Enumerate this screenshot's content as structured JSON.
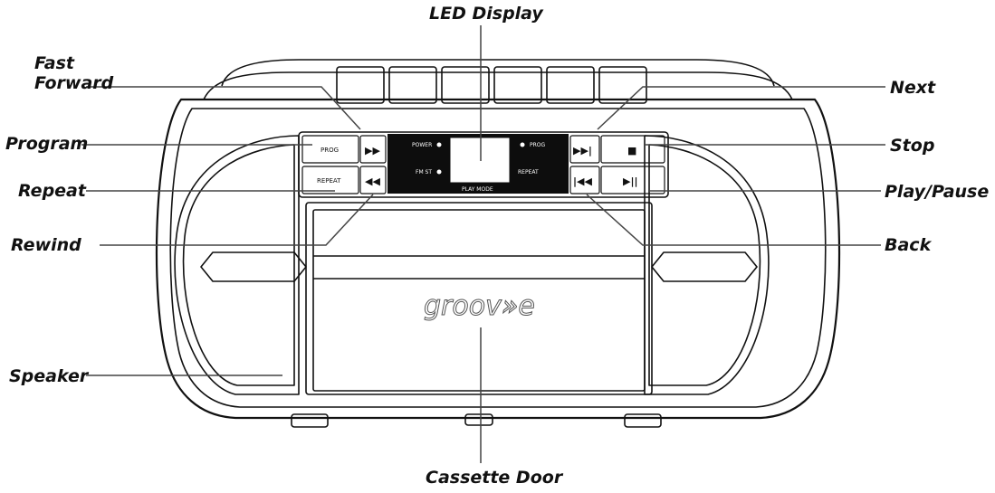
{
  "callouts": {
    "led_display": "LED Display",
    "fast_forward_1": "Fast",
    "fast_forward_2": "Forward",
    "next": "Next",
    "program": "Program",
    "stop": "Stop",
    "repeat": "Repeat",
    "play_pause": "Play/Pause",
    "rewind": "Rewind",
    "back": "Back",
    "speaker": "Speaker",
    "cassette_door": "Cassette Door"
  },
  "buttons": {
    "prog": "PROG",
    "repeat": "REPEAT",
    "fast_forward_symbol": "▶▶",
    "rewind_symbol": "◀◀",
    "next_symbol": "▶▶|",
    "back_symbol": "|◀◀",
    "stop_symbol": "■",
    "play_pause_symbol": "▶||"
  },
  "panel": {
    "power": "POWER",
    "fm_st": "FM ST",
    "prog": "PROG",
    "repeat": "REPEAT",
    "play_mode": "PLAY MODE"
  },
  "brand": {
    "logo_text": "groov»e"
  },
  "colors": {
    "ink": "#111111",
    "panel": "#0d0d0d",
    "body_fill": "#ffffff"
  }
}
